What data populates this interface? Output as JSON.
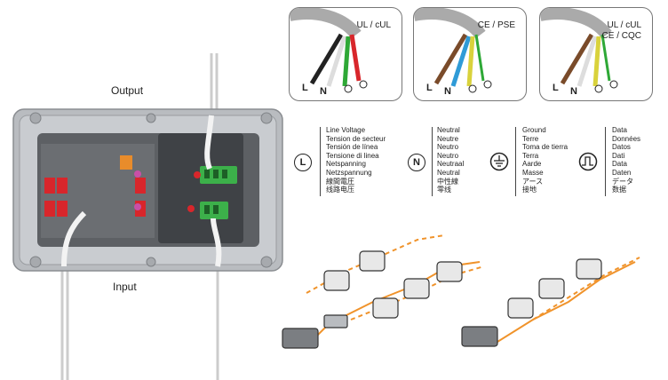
{
  "box": {
    "output_label": "Output",
    "input_label": "Input"
  },
  "cable_panels": [
    {
      "standard": [
        "UL / cUL"
      ],
      "wire_colors": [
        "#222222",
        "#e8e8e8",
        "#2ea836",
        "#d8262b"
      ],
      "labels": [
        "L",
        "N"
      ]
    },
    {
      "standard": [
        "CE / PSE"
      ],
      "wire_colors": [
        "#7a4b2a",
        "#2f9bd7",
        "#d9d23c",
        "#2ea836"
      ],
      "labels": [
        "L",
        "N"
      ]
    },
    {
      "standard": [
        "UL / cUL",
        "CE / CQC"
      ],
      "wire_colors": [
        "#7a4b2a",
        "#e8e8e8",
        "#d9d23c",
        "#2ea836"
      ],
      "labels": [
        "L",
        "N"
      ]
    }
  ],
  "legend": [
    {
      "symbol": "L",
      "icon": "line-voltage-icon",
      "terms": [
        "Line Voltage",
        "Tension de secteur",
        "Tensión de línea",
        "Tensione di linea",
        "Netspanning",
        "Netzspannung",
        "線間電圧",
        "线路电压"
      ]
    },
    {
      "symbol": "N",
      "icon": "neutral-icon",
      "terms": [
        "Neutral",
        "Neutre",
        "Neutro",
        "Neutro",
        "Neutraal",
        "Neutral",
        "中性線",
        "零线"
      ]
    },
    {
      "symbol": "",
      "icon": "ground-icon",
      "terms": [
        "Ground",
        "Terre",
        "Toma de tierra",
        "Terra",
        "Aarde",
        "Masse",
        "アース",
        "接地"
      ]
    },
    {
      "symbol": "",
      "icon": "data-icon",
      "terms": [
        "Data",
        "Données",
        "Datos",
        "Dati",
        "Data",
        "Daten",
        "データ",
        "数据"
      ]
    }
  ],
  "colors": {
    "cable_orange": "#f0932b",
    "box_gray": "#b9bcc0",
    "inner_dark": "#5d6064",
    "connector_red": "#d8262b",
    "terminal_green": "#3cb04a"
  }
}
